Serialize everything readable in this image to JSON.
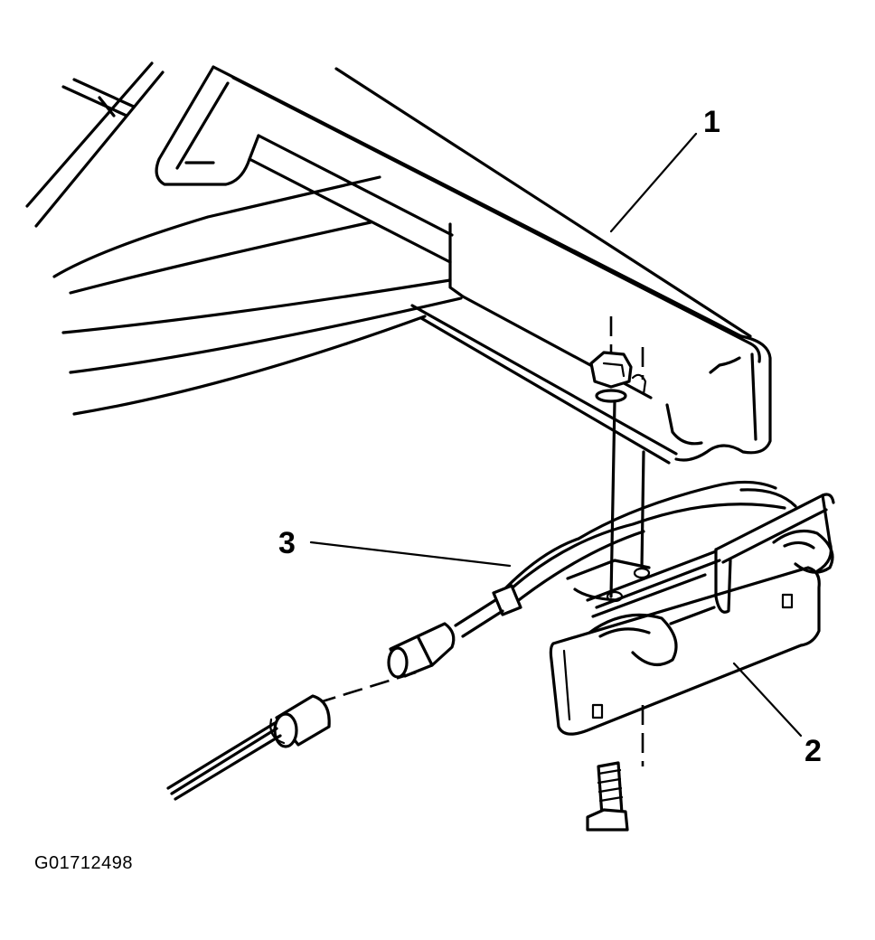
{
  "callouts": {
    "c1": "1",
    "c2": "2",
    "c3": "3"
  },
  "figure_id": "G01712498"
}
